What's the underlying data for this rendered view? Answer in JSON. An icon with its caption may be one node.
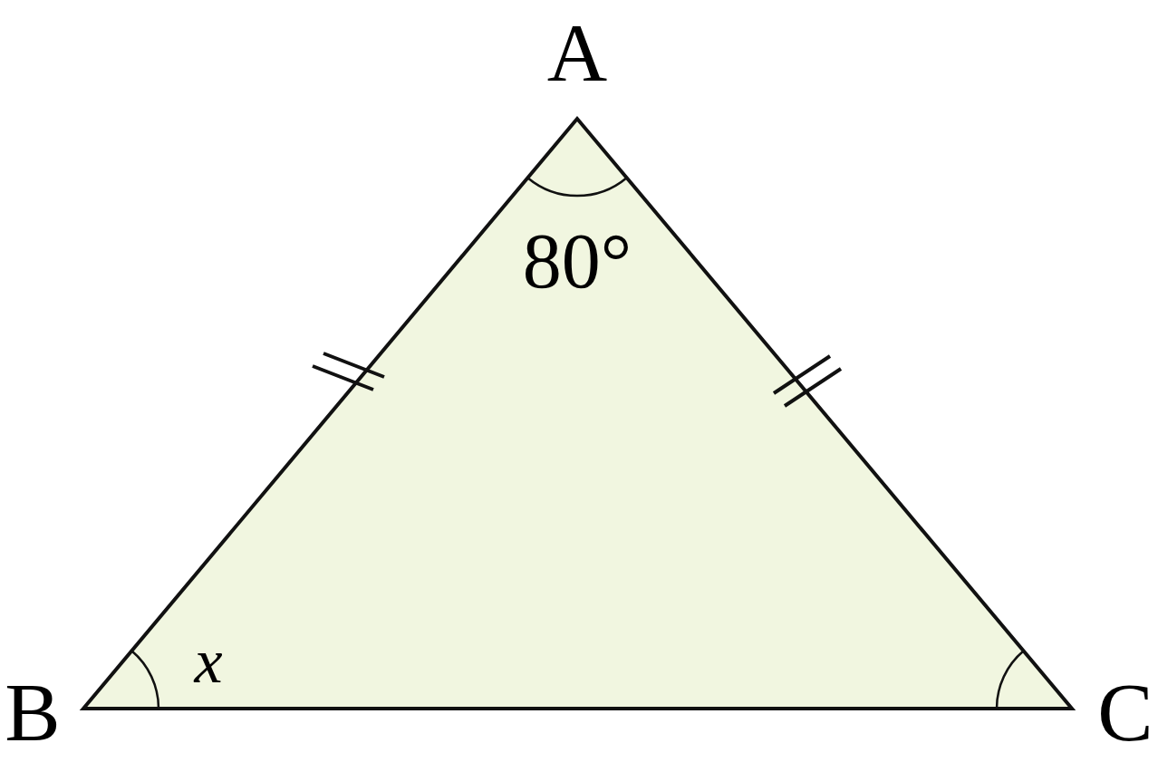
{
  "diagram": {
    "labels": [
      "A",
      "80°",
      "x",
      "B",
      "C"
    ]
  }
}
